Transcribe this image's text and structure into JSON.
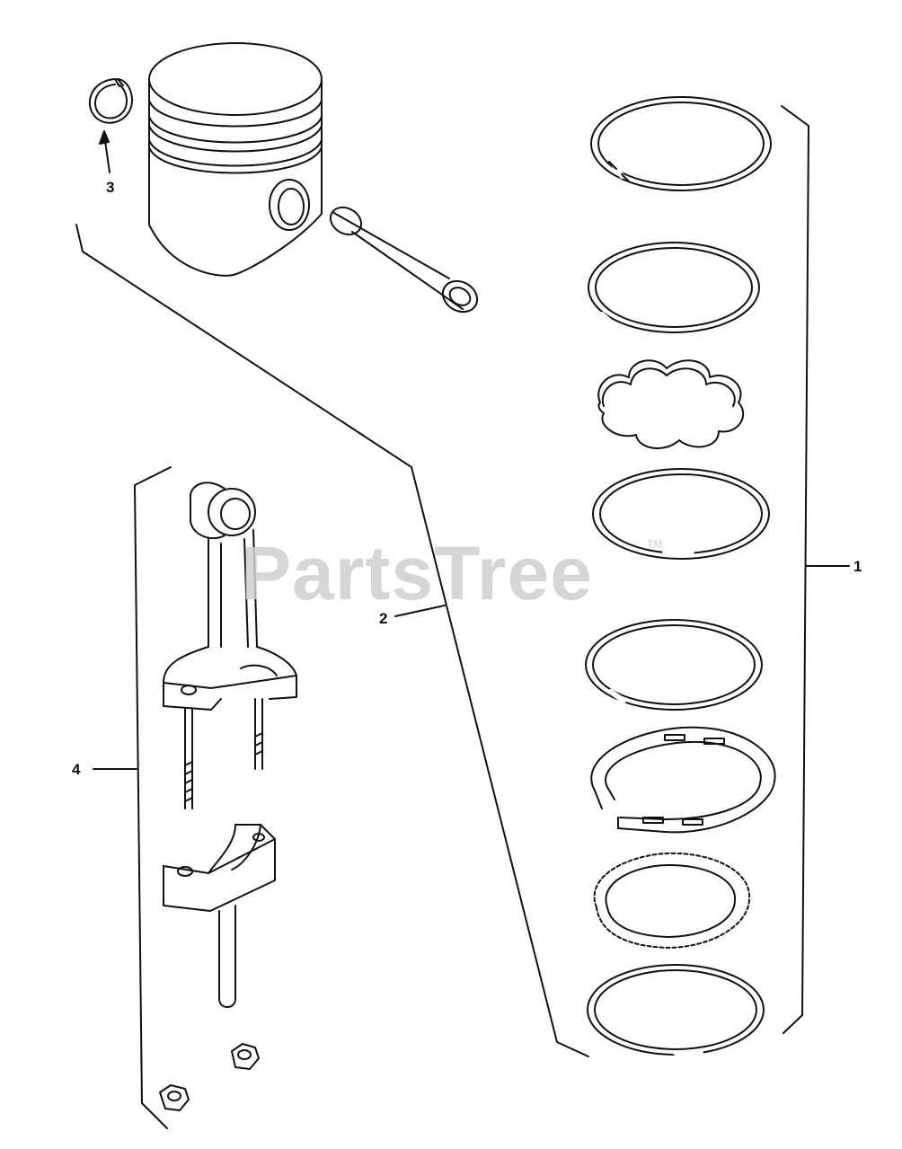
{
  "callouts": {
    "part1": "1",
    "part2": "2",
    "part3": "3",
    "part4": "4"
  },
  "watermark": {
    "text": "PartsTree",
    "trademark": "TM"
  },
  "colors": {
    "line": "#111111",
    "watermark": "#cfcfcf",
    "background": "#ffffff"
  }
}
